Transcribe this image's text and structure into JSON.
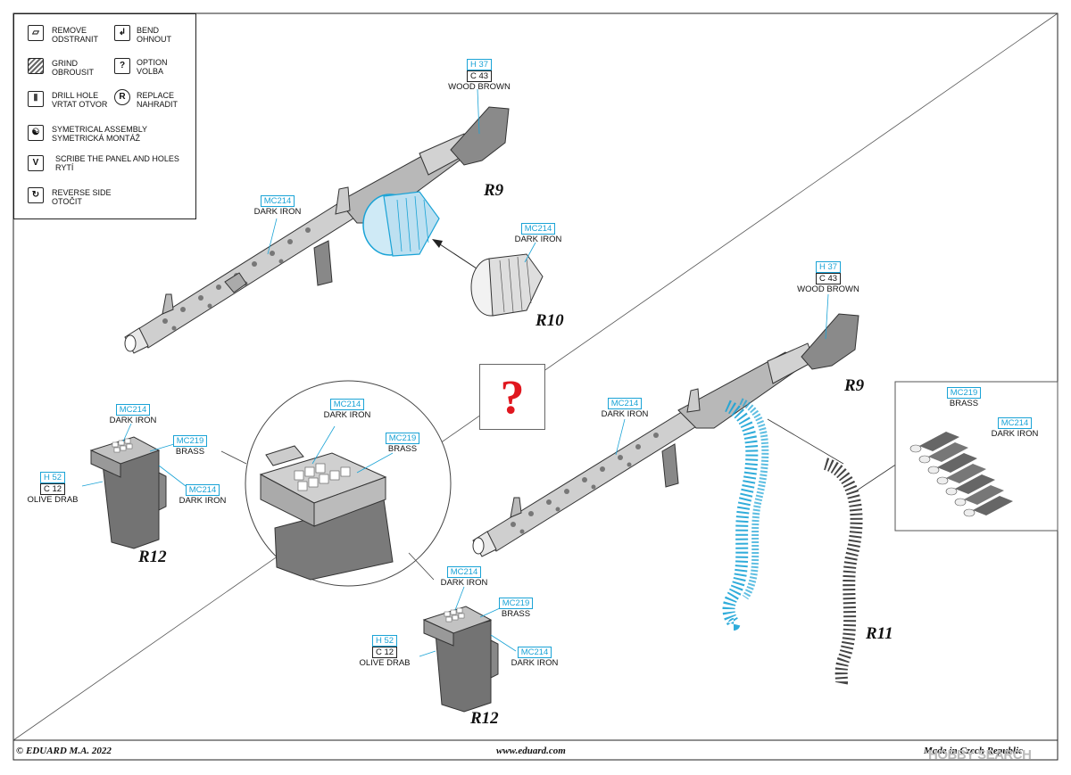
{
  "legend": {
    "remove": [
      "REMOVE",
      "ODSTRANIT"
    ],
    "bend": [
      "BEND",
      "OHNOUT"
    ],
    "grind": [
      "GRIND",
      "OBROUSIT"
    ],
    "option": [
      "OPTION",
      "VOLBA"
    ],
    "drill": [
      "DRILL HOLE",
      "VRTAT OTVOR"
    ],
    "replace": [
      "REPLACE",
      "NAHRADIT"
    ],
    "symmetrical": [
      "SYMETRICAL ASSEMBLY",
      "SYMETRICKÁ MONTÁŽ"
    ],
    "scribe": [
      "SCRIBE THE PANEL AND HOLES",
      "RYTÍ"
    ],
    "reverse": [
      "REVERSE SIDE",
      "OTOČIT"
    ],
    "option_glyph": "?",
    "replace_glyph": "R",
    "scribe_glyph": "V"
  },
  "callouts": {
    "top_stock": {
      "codes": [
        "H 37",
        "C 43"
      ],
      "name": "WOOD BROWN"
    },
    "top_barrel": {
      "code": "MC214",
      "name": "DARK IRON"
    },
    "drum": {
      "code": "MC214",
      "name": "DARK IRON"
    },
    "mid_stock": {
      "codes": [
        "H 37",
        "C 43"
      ],
      "name": "WOOD BROWN"
    },
    "mid_barrel": {
      "code": "MC214",
      "name": "DARK IRON"
    },
    "inset_brass": {
      "code": "MC219",
      "name": "BRASS"
    },
    "inset_iron": {
      "code": "MC214",
      "name": "DARK IRON"
    },
    "left_box_top": {
      "code": "MC214",
      "name": "DARK IRON"
    },
    "left_box_brass": {
      "code": "MC219",
      "name": "BRASS"
    },
    "left_box_side": {
      "code": "MC214",
      "name": "DARK IRON"
    },
    "left_box_body": {
      "codes": [
        "H 52",
        "C 12"
      ],
      "name": "OLIVE DRAB"
    },
    "circle_top": {
      "code": "MC214",
      "name": "DARK IRON"
    },
    "circle_brass": {
      "code": "MC219",
      "name": "BRASS"
    },
    "bot_box_top": {
      "code": "MC214",
      "name": "DARK IRON"
    },
    "bot_box_brass": {
      "code": "MC219",
      "name": "BRASS"
    },
    "bot_box_side": {
      "code": "MC214",
      "name": "DARK IRON"
    },
    "bot_box_body": {
      "codes": [
        "H 52",
        "C 12"
      ],
      "name": "OLIVE DRAB"
    }
  },
  "parts": {
    "r9_top": "R9",
    "r10": "R10",
    "r9_mid": "R9",
    "r11": "R11",
    "r12_left": "R12",
    "r12_bottom": "R12"
  },
  "question_mark": "?",
  "footer": {
    "copyright": "© EDUARD  M.A. 2022",
    "website": "www.eduard.com",
    "made_in": "Made in Czech Republic"
  },
  "watermark": "HOBBY SEARCH",
  "colors": {
    "accent_cyan": "#1aa3d6",
    "metal_grey": "#9a9a9a",
    "wood_grey": "#7d7d7d",
    "question_red": "#e0171f",
    "olive_grey": "#6f6f6f"
  }
}
